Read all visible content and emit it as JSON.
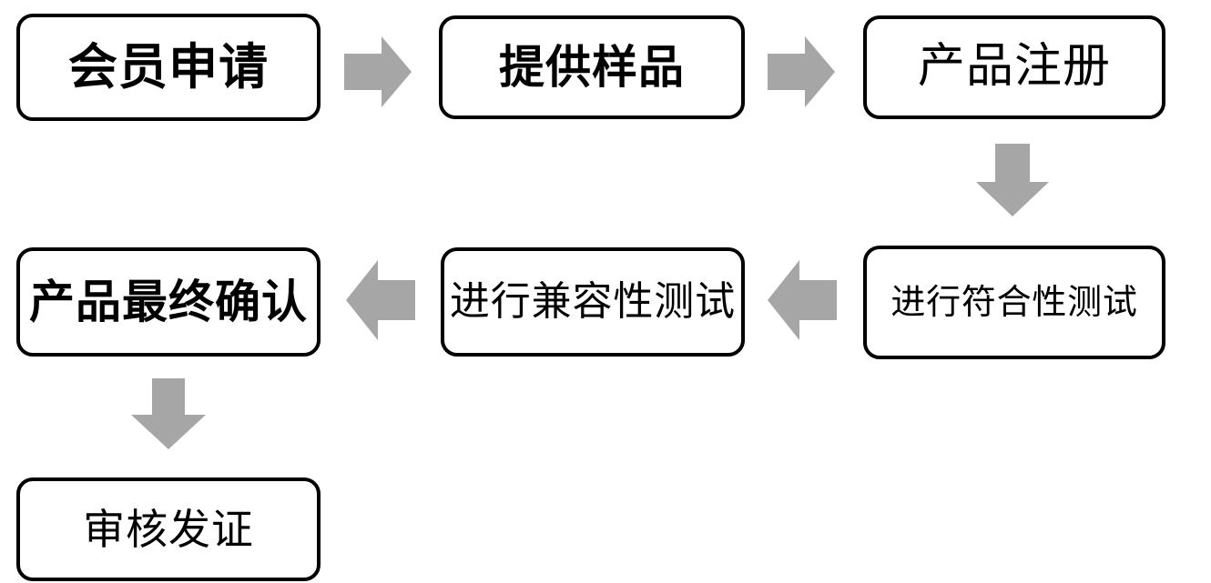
{
  "diagram": {
    "type": "flowchart",
    "title": "",
    "colors": {
      "box_border": "#000000",
      "box_fill": "#ffffff",
      "arrow_fill": "#a6a6a6",
      "text": "#000000",
      "background": "#ffffff"
    },
    "nodes": [
      {
        "id": "membership-application",
        "label": "会员申请",
        "row": 1,
        "col": 1
      },
      {
        "id": "provide-samples",
        "label": "提供样品",
        "row": 1,
        "col": 2
      },
      {
        "id": "product-registration",
        "label": "产品注册",
        "row": 1,
        "col": 3
      },
      {
        "id": "final-confirmation",
        "label": "产品最终确认",
        "row": 2,
        "col": 1
      },
      {
        "id": "compatibility-test",
        "label": "进行兼容性测试",
        "row": 2,
        "col": 2
      },
      {
        "id": "conformance-test",
        "label": "进行符合性测试",
        "row": 2,
        "col": 3
      },
      {
        "id": "audit-certificate",
        "label": "审核发证",
        "row": 3,
        "col": 1
      }
    ],
    "connectors": [
      {
        "id": "apply-to-sample",
        "from": "membership-application",
        "to": "provide-samples",
        "direction": "right",
        "icon": "arrow-right-icon"
      },
      {
        "id": "sample-to-reg",
        "from": "provide-samples",
        "to": "product-registration",
        "direction": "right",
        "icon": "arrow-right-icon"
      },
      {
        "id": "reg-to-conform",
        "from": "product-registration",
        "to": "conformance-test",
        "direction": "down",
        "icon": "arrow-down-icon"
      },
      {
        "id": "conform-to-compat",
        "from": "conformance-test",
        "to": "compatibility-test",
        "direction": "left",
        "icon": "arrow-left-icon"
      },
      {
        "id": "compat-to-final",
        "from": "compatibility-test",
        "to": "final-confirmation",
        "direction": "left",
        "icon": "arrow-left-icon"
      },
      {
        "id": "final-to-audit",
        "from": "final-confirmation",
        "to": "audit-certificate",
        "direction": "down",
        "icon": "arrow-down-icon"
      }
    ]
  }
}
